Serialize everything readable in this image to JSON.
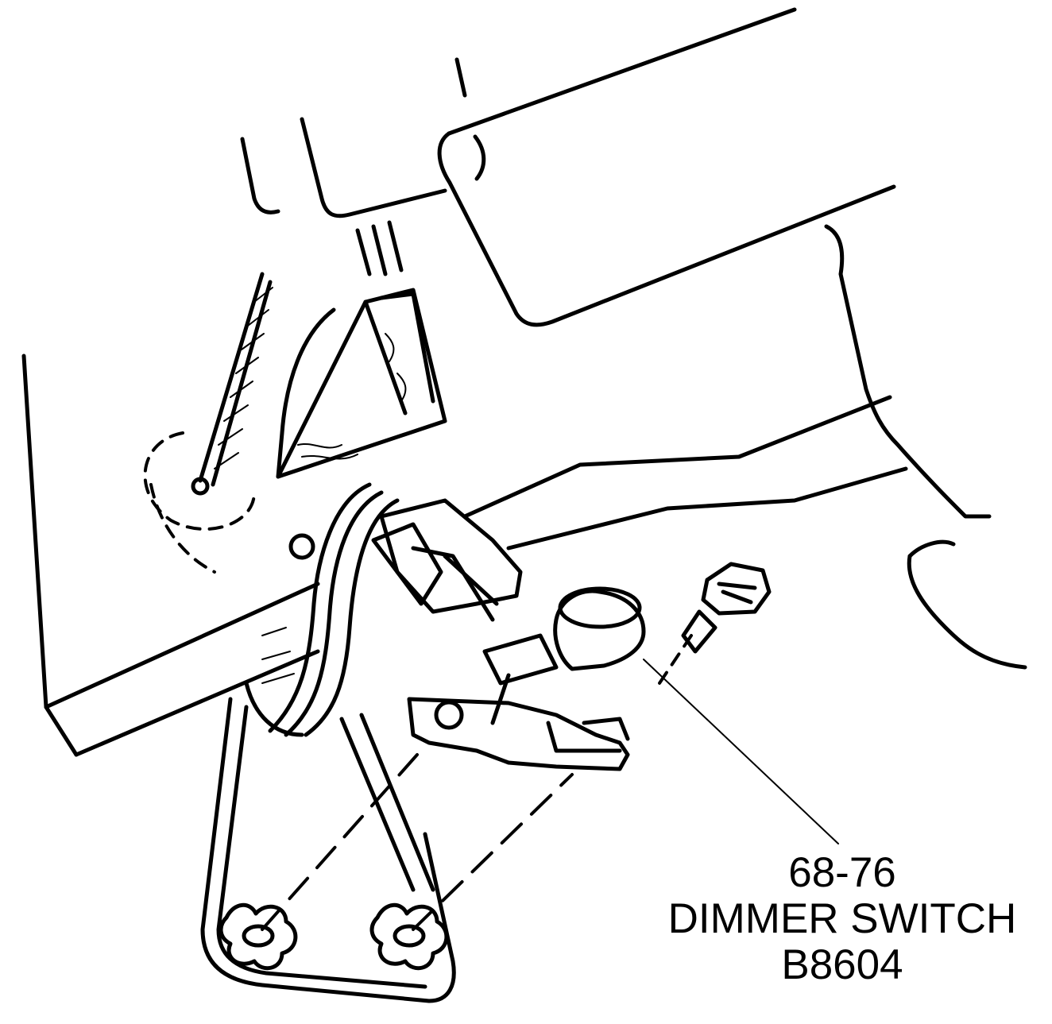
{
  "callout": {
    "years": "68-76",
    "part_name": "DIMMER SWITCH",
    "part_number": "B8604"
  }
}
